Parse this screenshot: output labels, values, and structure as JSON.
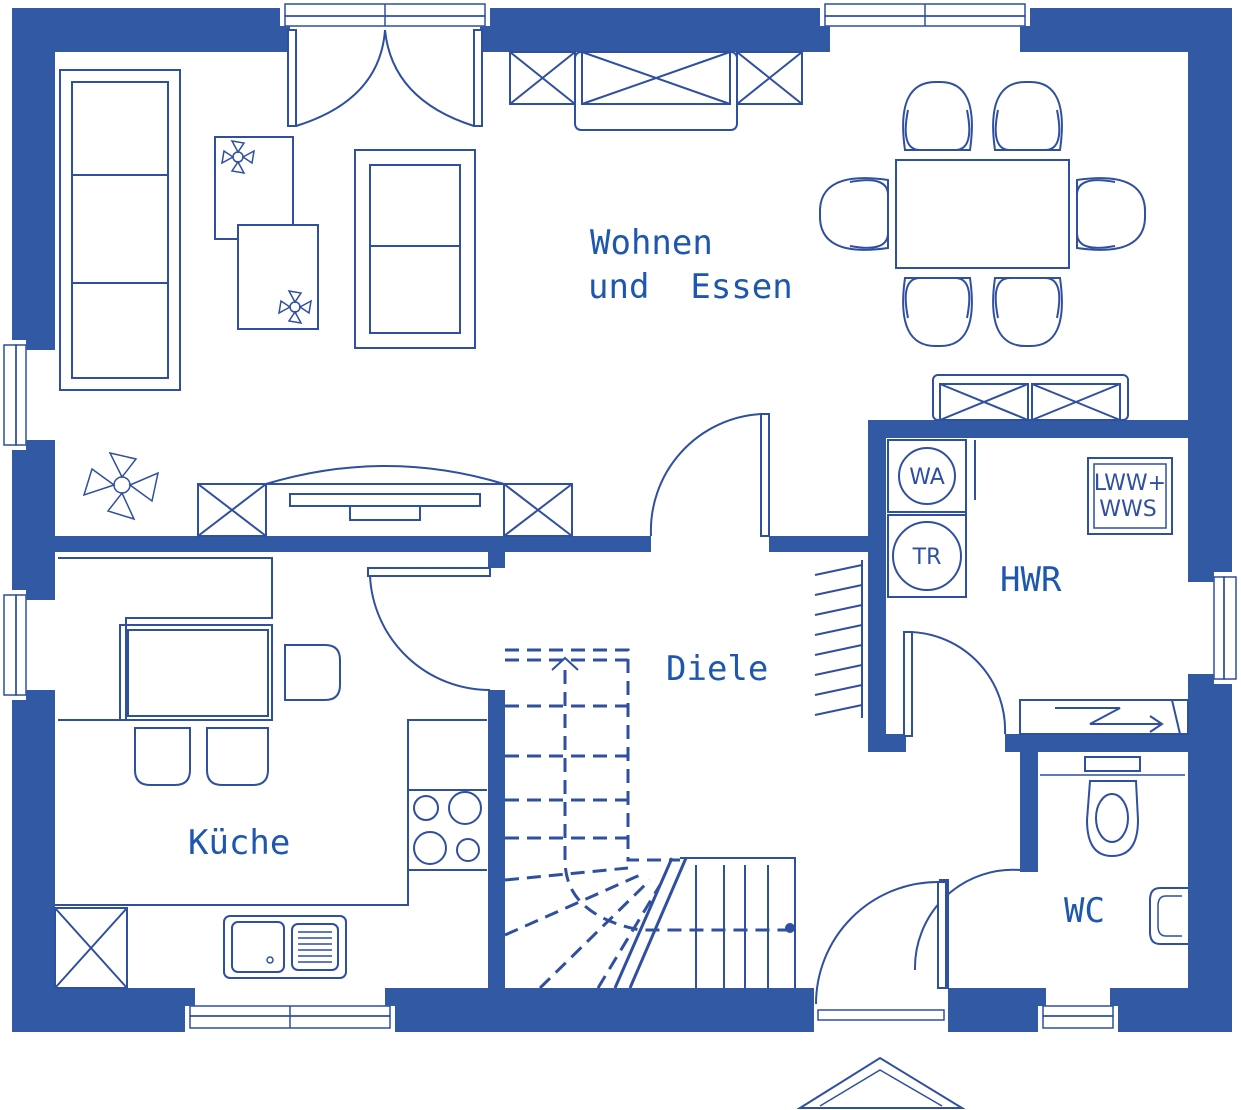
{
  "rooms": {
    "living_line1": "Wohnen",
    "living_line2": "und  Essen",
    "kitchen": "Küche",
    "hall": "Diele",
    "utility": "HWR",
    "wc": "WC"
  },
  "appliances": {
    "washer": "WA",
    "dryer": "TR",
    "heating_line1": "LWW+",
    "heating_line2": "WWS"
  },
  "colors": {
    "wall": "#3259a3",
    "lines": "#2f4fa0",
    "labels": "#1d57b0",
    "background": "#ffffff"
  }
}
